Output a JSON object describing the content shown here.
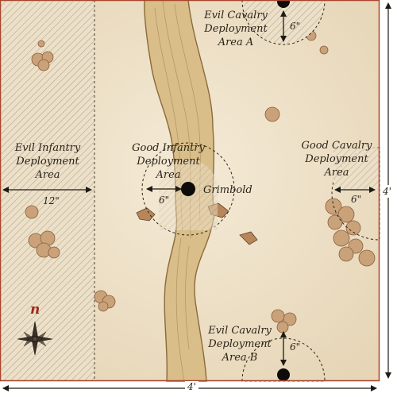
{
  "labels": {
    "evil_infantry": [
      "Evil Infantry",
      "Deployment",
      "Area"
    ],
    "good_infantry": [
      "Good Infantry",
      "Deployment",
      "Area"
    ],
    "good_cavalry": [
      "Good Cavalry",
      "Deployment",
      "Area"
    ],
    "evil_cavalry_a": [
      "Evil Cavalry",
      "Deployment",
      "Area A"
    ],
    "evil_cavalry_b": [
      "Evil Cavalry",
      "Deployment",
      "Area B"
    ],
    "objective": "Grimbold"
  },
  "dimensions": {
    "infantry_width": "12\"",
    "radius_six": "6\"",
    "board_width": "4'",
    "board_height": "4'"
  },
  "compass": {
    "north": "n"
  },
  "colors": {
    "parchment": "#efe3cc",
    "road": "#d8bd86",
    "road_edge": "#8a6a3a",
    "hatch": "#b0a08a",
    "border": "#a8452d",
    "scrub": "#c9a27a"
  }
}
